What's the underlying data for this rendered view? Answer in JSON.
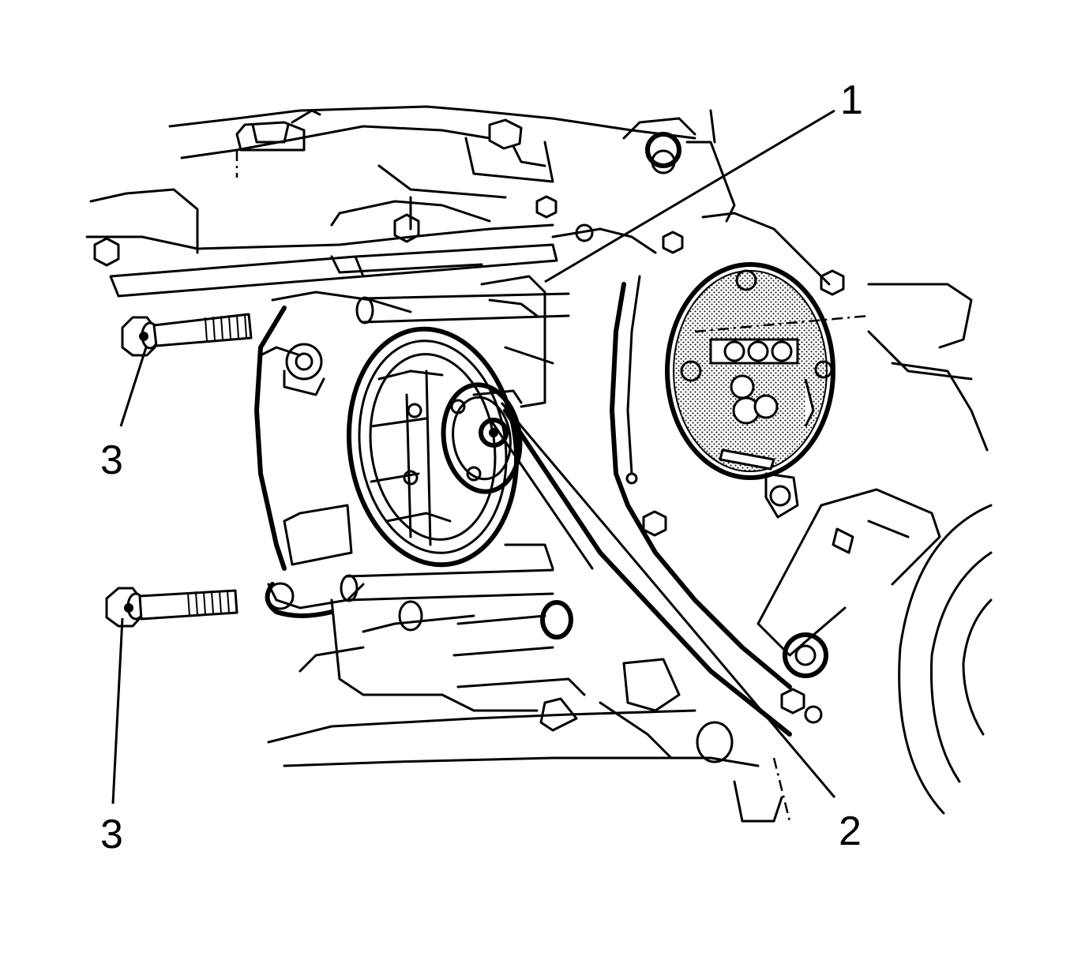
{
  "callouts": {
    "c1": "1",
    "c2": "2",
    "c3a": "3",
    "c3b": "3"
  },
  "colors": {
    "line": "#000000",
    "background": "#ffffff"
  }
}
